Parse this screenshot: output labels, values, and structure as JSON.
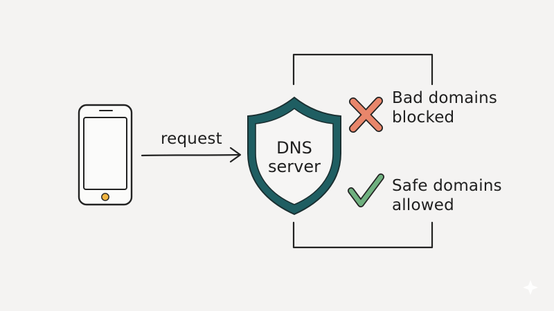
{
  "diagram": {
    "arrow_label": "request",
    "shield": {
      "line1": "DNS",
      "line2": "server"
    },
    "outcomes": {
      "blocked": {
        "line1": "Bad domains",
        "line2": "blocked",
        "icon": "x-mark-icon",
        "color": "#e8866b"
      },
      "allowed": {
        "line1": "Safe domains",
        "line2": "allowed",
        "icon": "check-mark-icon",
        "color": "#6fb07f"
      }
    },
    "colors": {
      "shield_stroke": "#1f5e62",
      "phone_button": "#f0b441",
      "ink": "#222222"
    }
  }
}
